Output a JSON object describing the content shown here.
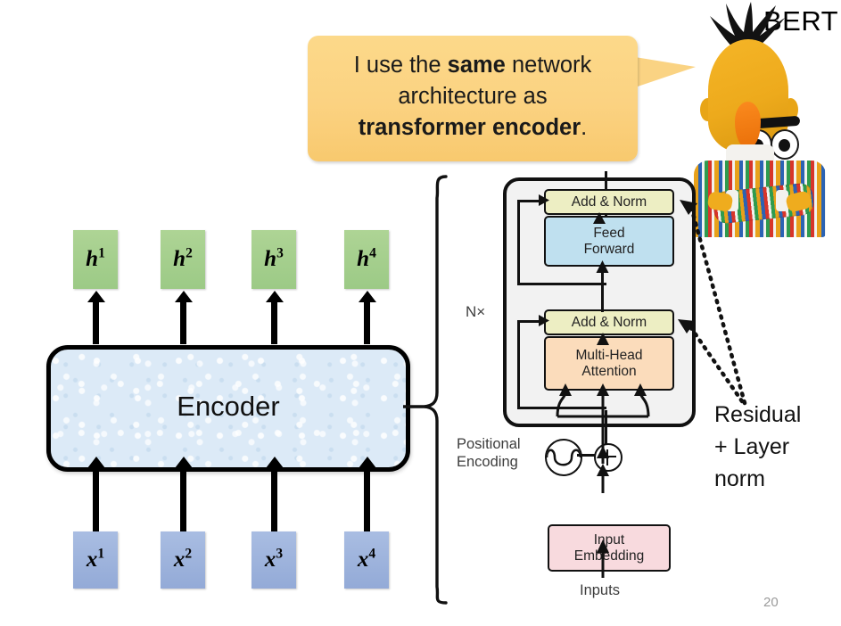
{
  "slide": {
    "title": "BERT",
    "page_number": "20",
    "background_color": "#ffffff"
  },
  "speech_bubble": {
    "line1_prefix": "I use the ",
    "line1_bold": "same",
    "line1_suffix": " network",
    "line2": "architecture as",
    "line3_bold": "transformer encoder",
    "line3_suffix": ".",
    "full_text": "I use the same network architecture as transformer encoder.",
    "fill_color": "#fbd281"
  },
  "character": {
    "name": "bert-puppet",
    "head_color": "#edaa1c",
    "nose_color": "#f07a12",
    "hair_color": "#111111"
  },
  "outputs": {
    "boxes": [
      {
        "base": "h",
        "sup": "1",
        "color": "#9cca86"
      },
      {
        "base": "h",
        "sup": "2",
        "color": "#9cca86"
      },
      {
        "base": "h",
        "sup": "3",
        "color": "#9cca86"
      },
      {
        "base": "h",
        "sup": "4",
        "color": "#9cca86"
      }
    ]
  },
  "inputs": {
    "boxes": [
      {
        "base": "x",
        "sup": "1",
        "color": "#93aad7"
      },
      {
        "base": "x",
        "sup": "2",
        "color": "#93aad7"
      },
      {
        "base": "x",
        "sup": "3",
        "color": "#93aad7"
      },
      {
        "base": "x",
        "sup": "4",
        "color": "#93aad7"
      }
    ]
  },
  "encoder": {
    "label": "Encoder",
    "fill_color": "#dceaf7",
    "border_color": "#000000"
  },
  "transformer": {
    "repeat_label": "N×",
    "add_norm_top": "Add & Norm",
    "feed_forward": "Feed\nForward",
    "feed_forward_line1": "Feed",
    "feed_forward_line2": "Forward",
    "add_norm_bottom": "Add & Norm",
    "multi_head_attention_line1": "Multi-Head",
    "multi_head_attention_line2": "Attention",
    "positional_encoding_line1": "Positional",
    "positional_encoding_line2": "Encoding",
    "input_embedding_line1": "Input",
    "input_embedding_line2": "Embedding",
    "inputs_label": "Inputs",
    "colors": {
      "add_norm": "#edeec3",
      "feed_forward": "#bfe0ef",
      "multi_head_attention": "#fbdcbb",
      "input_embedding": "#f8dade",
      "block_background": "#f2f2f2"
    }
  },
  "annotation": {
    "line1": "Residual",
    "line2": "+ Layer",
    "line3": "norm",
    "full_text": "Residual + Layer norm"
  }
}
